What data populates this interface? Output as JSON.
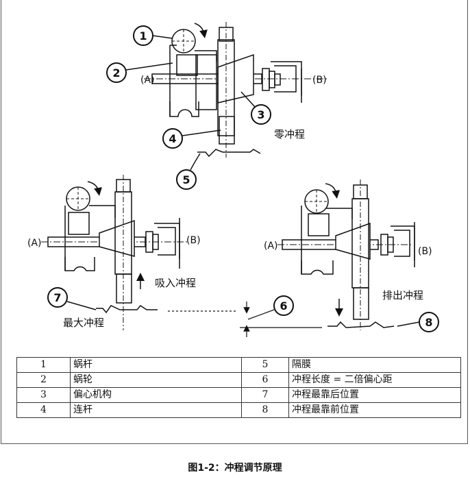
{
  "diagram": {
    "callouts": [
      "1",
      "2",
      "3",
      "4",
      "5",
      "6",
      "7",
      "8"
    ],
    "axis_left": "(A)",
    "axis_right": "(B)",
    "labels": {
      "zero_stroke": "零冲程",
      "suction_stroke": "吸入冲程",
      "discharge_stroke": "排出冲程",
      "max_stroke": "最大冲程"
    }
  },
  "legend": [
    {
      "left_no": "1",
      "left_text": "蜗杆",
      "right_no": "5",
      "right_text": "隔膜"
    },
    {
      "left_no": "2",
      "left_text": "蜗轮",
      "right_no": "6",
      "right_text": "冲程长度 = 二倍偏心距"
    },
    {
      "left_no": "3",
      "left_text": "偏心机构",
      "right_no": "7",
      "right_text": "冲程最靠后位置"
    },
    {
      "left_no": "4",
      "left_text": "连杆",
      "right_no": "8",
      "right_text": "冲程最靠前位置"
    }
  ],
  "caption": "图1-2：冲程调节原理"
}
